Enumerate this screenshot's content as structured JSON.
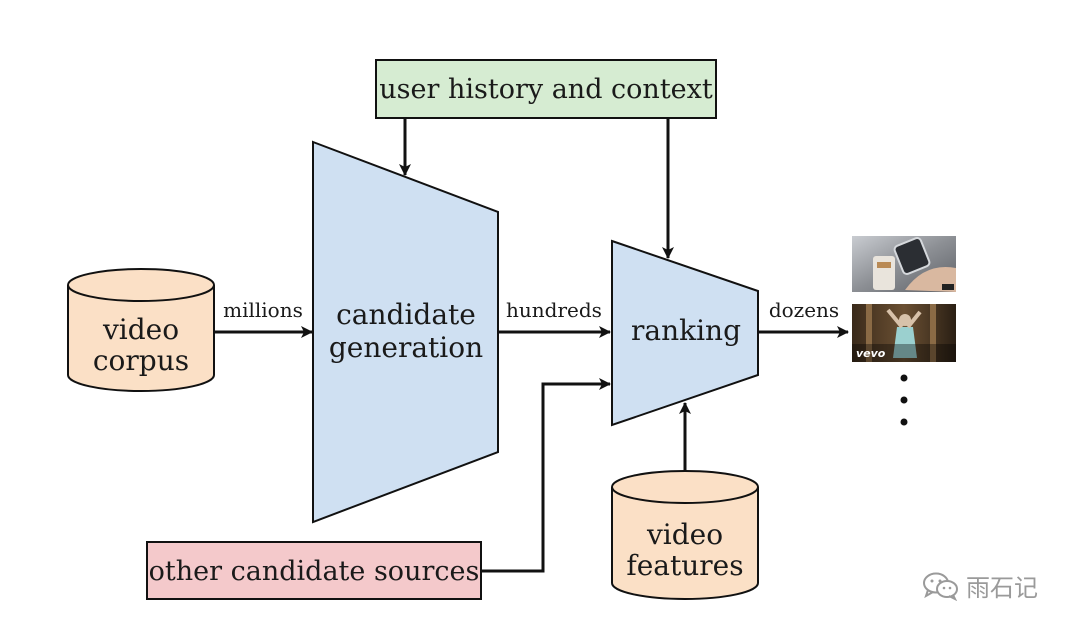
{
  "nodes": {
    "user_history": "user history and context",
    "video_corpus": [
      "video",
      "corpus"
    ],
    "candidate_generation": [
      "candidate",
      "generation"
    ],
    "ranking": "ranking",
    "video_features": [
      "video",
      "features"
    ],
    "other_sources": "other candidate sources"
  },
  "edges": {
    "millions": "millions",
    "hundreds": "hundreds",
    "dozens": "dozens"
  },
  "output": {
    "thumb2_badge": "vevo",
    "ellipsis": [
      "•",
      "•",
      "•"
    ]
  },
  "watermark": {
    "text": "雨石记",
    "icon": "wechat-icon"
  },
  "colors": {
    "funnel_blue": "#cfe0f2",
    "cylinder_orange": "#fbe0c6",
    "green_box": "#d6ecd2",
    "pink_box": "#f4c9cb",
    "stroke": "#111111"
  }
}
